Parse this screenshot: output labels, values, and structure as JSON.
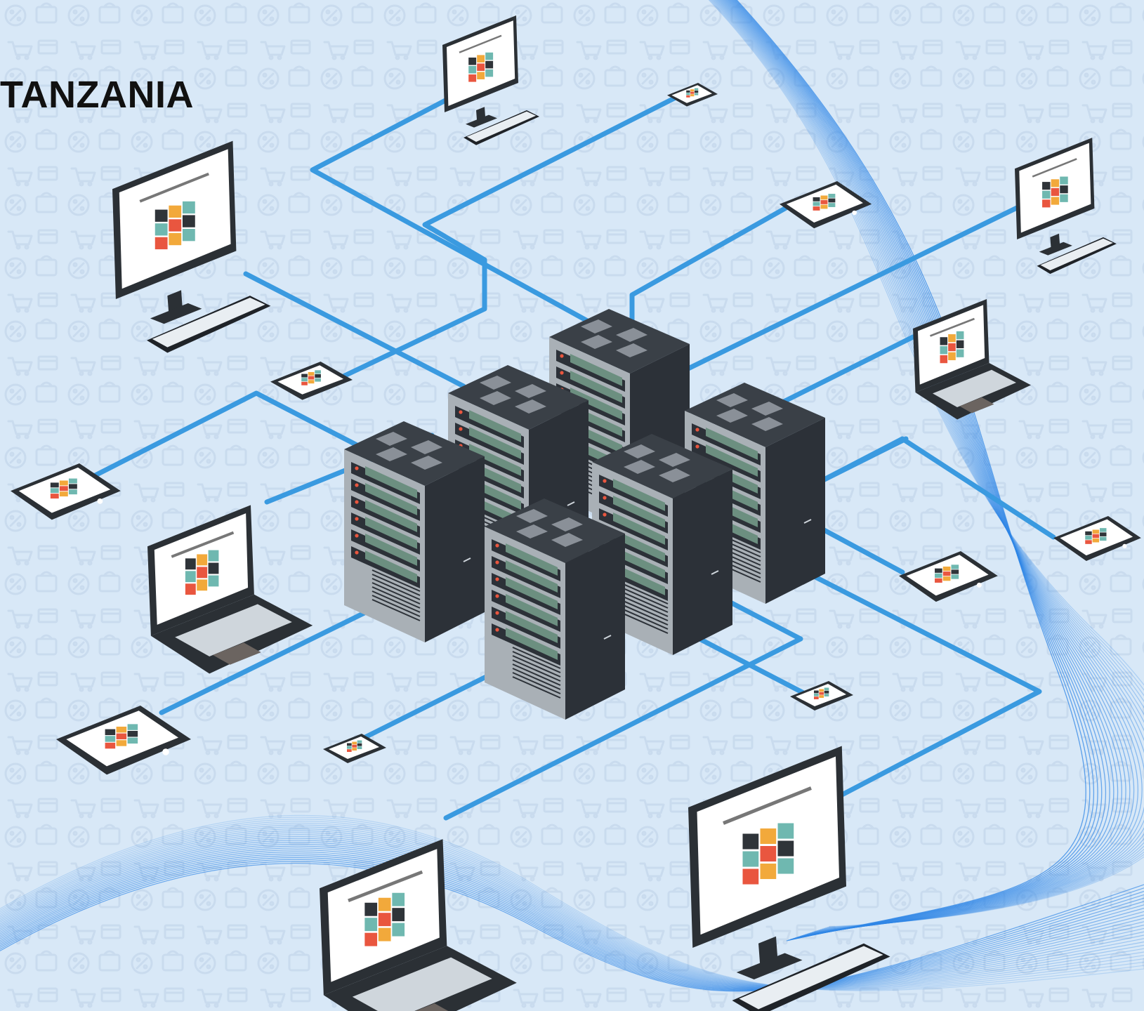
{
  "title": "TANZANIA",
  "colors": {
    "background": "#d8e8f7",
    "cable": "#3a9ae0",
    "wave": "#2f86e6",
    "server_body": "#2c3138",
    "server_panel": "#6c8f80",
    "device_body": "#2b3035",
    "screen": "#ffffff",
    "tile_red": "#e9563f",
    "tile_teal": "#6fb8b0",
    "tile_orange": "#f2a93b",
    "tile_dark": "#2f3439"
  },
  "illustration": {
    "subject": "network-of-devices-connected-to-server-racks",
    "elements": [
      "server-rack",
      "desktop-monitor",
      "laptop",
      "tablet",
      "smartphone",
      "keyboard",
      "network-cable",
      "wave-lines",
      "shopping-icon-pattern"
    ]
  }
}
